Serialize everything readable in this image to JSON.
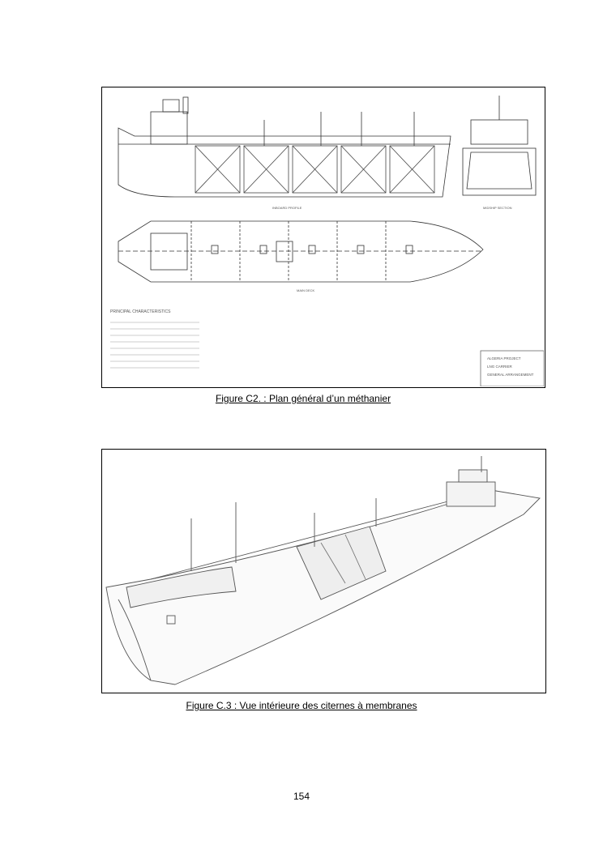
{
  "figures": [
    {
      "caption": "Figure C2. : Plan général d’un méthanier",
      "drawing_labels": {
        "characteristics_title": "PRINCIPAL CHARACTERISTICS",
        "title_block": [
          "ALGERIA PROJECT",
          "LNG CARRIER",
          "GENERAL ARRANGEMENT"
        ],
        "profile": "INBOARD PROFILE",
        "section": "MIDSHIP SECTION",
        "deck": "MAIN DECK"
      }
    },
    {
      "caption": "Figure C.3 : Vue intérieure des citernes à membranes"
    }
  ],
  "page_number": "154"
}
